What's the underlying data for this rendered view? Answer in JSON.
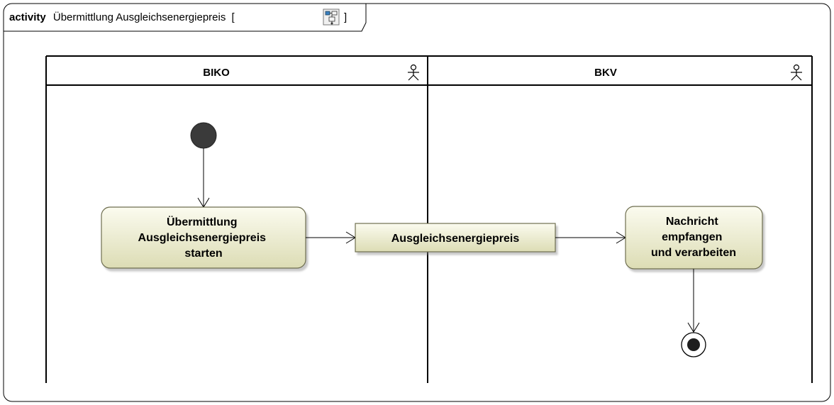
{
  "frame": {
    "keyword": "activity",
    "name": "Übermittlung Ausgleichsenergiepreis",
    "bracket_open": "[",
    "bracket_close": "]",
    "icon": "activity-diagram-icon"
  },
  "lanes": [
    {
      "title": "BIKO",
      "icon": "actor-icon"
    },
    {
      "title": "BKV",
      "icon": "actor-icon"
    }
  ],
  "nodes": {
    "initial": {
      "kind": "initial-node"
    },
    "action_start": {
      "lines": [
        "Übermittlung",
        "Ausgleichsenergiepreis",
        "starten"
      ]
    },
    "object": {
      "lines": [
        "Ausgleichsenergiepreis"
      ]
    },
    "action_receive": {
      "lines": [
        "Nachricht",
        "empfangen",
        "und verarbeiten"
      ]
    },
    "final": {
      "kind": "activity-final-node"
    }
  },
  "colors": {
    "node_fill_top": "#fbfbef",
    "node_fill_bottom": "#dcdcb4",
    "node_stroke": "#6e6e50",
    "line": "#000000",
    "initial_fill": "#3a3a3a"
  }
}
